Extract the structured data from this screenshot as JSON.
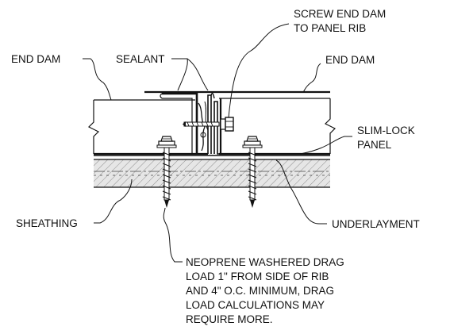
{
  "colors": {
    "line": "#111111",
    "sheathing_fill": "#d9d9d9",
    "background": "#ffffff"
  },
  "labels": {
    "end_dam_left": "END DAM",
    "sealant": "SEALANT",
    "screw_note": [
      "SCREW END DAM",
      "TO PANEL RIB"
    ],
    "end_dam_right": "END DAM",
    "slim_lock": [
      "SLIM-LOCK",
      "PANEL"
    ],
    "sheathing": "SHEATHING",
    "underlayment": "UNDERLAYMENT",
    "neoprene_note": [
      "NEOPRENE WASHERED DRAG",
      "LOAD 1\" FROM SIDE OF RIB",
      "AND 4\" O.C. MINIMUM, DRAG",
      "LOAD CALCULATIONS MAY",
      "REQUIRE MORE."
    ]
  }
}
